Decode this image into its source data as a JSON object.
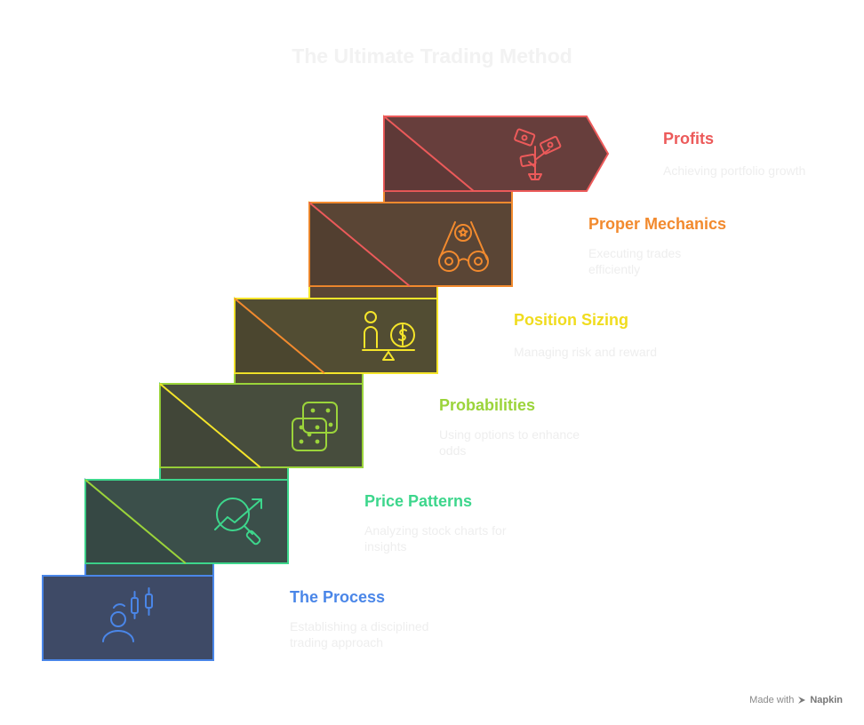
{
  "title": "The Ultimate Trading Method",
  "steps": [
    {
      "label": "The Process",
      "description": "Establishing a disciplined trading approach",
      "color": "#4a86e8",
      "fill": "#3e4a66",
      "icon": "trader-candlestick-icon"
    },
    {
      "label": "Price Patterns",
      "description": "Analyzing stock charts for insights",
      "color": "#3dd68c",
      "fill": "#3b4f4a",
      "icon": "chart-magnifier-icon"
    },
    {
      "label": "Probabilities",
      "description": "Using options to enhance odds",
      "color": "#9bd43a",
      "fill": "#474d3d",
      "icon": "dice-icon"
    },
    {
      "label": "Position Sizing",
      "description": "Managing risk and reward",
      "color": "#f5e52a",
      "fill": "#524d33",
      "icon": "person-coin-balance-icon"
    },
    {
      "label": "Proper Mechanics",
      "description": "Executing trades efficiently",
      "color": "#f28a2e",
      "fill": "#5a4535",
      "icon": "gear-pulley-icon"
    },
    {
      "label": "Profits",
      "description": "Achieving portfolio growth",
      "color": "#ec5a5a",
      "fill": "#673e3c",
      "icon": "money-tree-icon"
    }
  ],
  "footer": {
    "made_with": "Made with",
    "brand": "Napkin"
  }
}
